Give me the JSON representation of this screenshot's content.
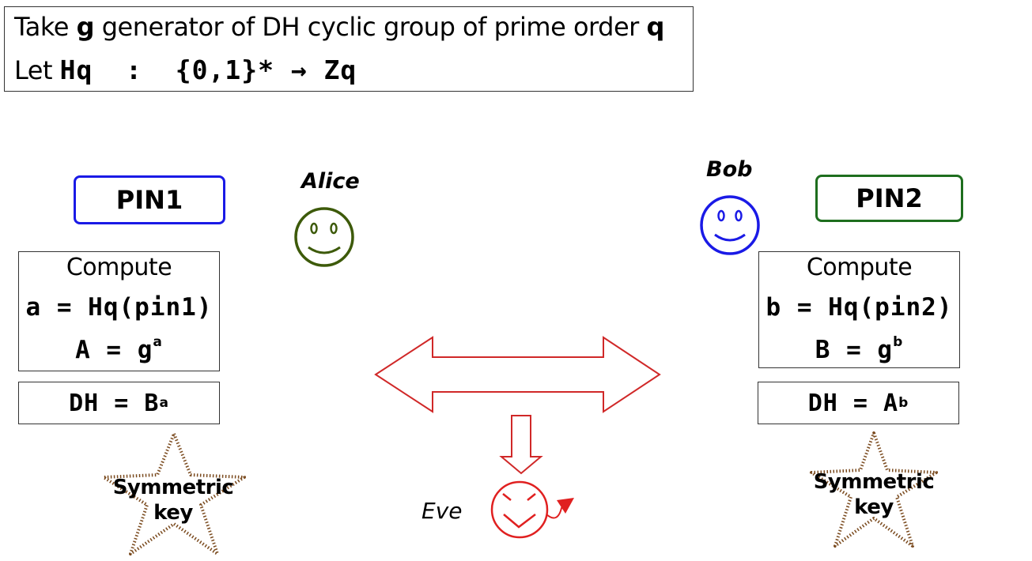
{
  "header": {
    "line1": {
      "prefix": "Take ",
      "g": "g",
      "middle": " generator of DH cyclic group of prime order ",
      "q": "q"
    },
    "line2": {
      "prefix": "Let ",
      "formula": "Hq  :  {0,1}* → Zq"
    }
  },
  "alice": {
    "name": "Alice",
    "pin": "PIN1",
    "compute_title": "Compute",
    "hash_line": "a = Hq(pin1)",
    "public_base": "A = g",
    "public_exp": "a",
    "dh_base": "DH = B",
    "dh_exp": "a",
    "key_line1": "Symmetric",
    "key_line2": "key"
  },
  "bob": {
    "name": "Bob",
    "pin": "PIN2",
    "compute_title": "Compute",
    "hash_line": "b = Hq(pin2)",
    "public_base": "B = g",
    "public_exp": "b",
    "dh_base": "DH = A",
    "dh_exp": "b",
    "key_line1": "Symmetric",
    "key_line2": "key"
  },
  "eve": {
    "name": "Eve"
  },
  "colors": {
    "alice_face": "#3d5a0a",
    "bob_face": "#1a1ae6",
    "eve_face": "#e02020",
    "arrow": "#d02828",
    "pin1_border": "#1a1ae6",
    "pin2_border": "#1e6e1e",
    "star_dots": "#7a4a1e"
  }
}
